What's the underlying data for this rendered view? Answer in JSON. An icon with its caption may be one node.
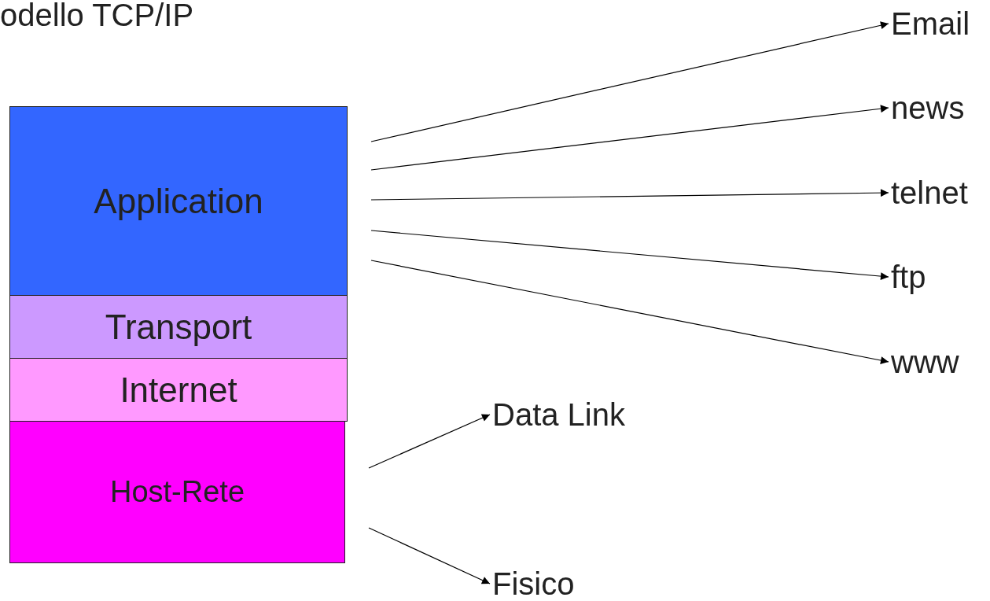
{
  "diagram": {
    "title": "odello TCP/IP",
    "nodes": [
      {
        "text": [
          "Application"
        ]
      },
      {
        "text": [
          "Transport"
        ]
      },
      {
        "text": [
          "Internet"
        ]
      },
      {
        "text": [
          "Host-Rete"
        ]
      },
      {
        "text": [
          "Email"
        ]
      },
      {
        "text": [
          "news"
        ]
      },
      {
        "text": [
          "telnet"
        ]
      },
      {
        "text": [
          "ftp"
        ]
      },
      {
        "text": [
          "www"
        ]
      },
      {
        "text": [
          "Data Link"
        ]
      },
      {
        "text": [
          "Fisico"
        ]
      }
    ],
    "edges": [
      {
        "from": 0,
        "to": 4,
        "arrow": "to"
      },
      {
        "from": 0,
        "to": 5,
        "arrow": "to"
      },
      {
        "from": 0,
        "to": 6,
        "arrow": "to"
      },
      {
        "from": 0,
        "to": 7,
        "arrow": "to"
      },
      {
        "from": 0,
        "to": 8,
        "arrow": "to"
      },
      {
        "from": 3,
        "to": 9,
        "arrow": "to"
      },
      {
        "from": 3,
        "to": 10,
        "arrow": "to"
      }
    ]
  }
}
